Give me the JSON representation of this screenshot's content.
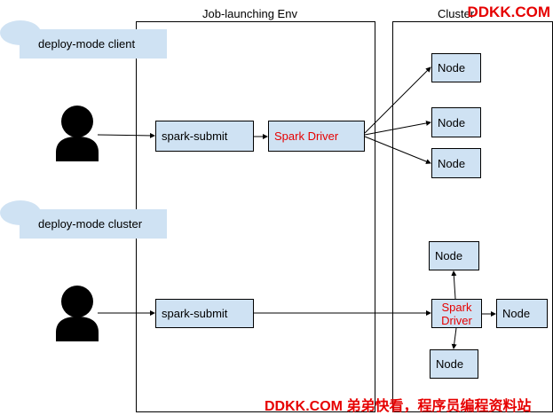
{
  "regions": {
    "job_env_title": "Job-launching Env",
    "cluster_title": "Cluster"
  },
  "client_mode": {
    "label": "deploy-mode client",
    "submit_label": "spark-submit",
    "driver_label": "Spark Driver",
    "node_labels": [
      "Node",
      "Node",
      "Node"
    ]
  },
  "cluster_mode": {
    "label": "deploy-mode cluster",
    "submit_label": "spark-submit",
    "driver_label": "Spark\nDriver",
    "node_labels": [
      "Node",
      "Node",
      "Node"
    ]
  },
  "icons": {
    "user": "user-icon",
    "tag_blob": "cloud-shape-icon"
  },
  "colors": {
    "box_fill": "#cfe2f3",
    "driver_text": "#e60000",
    "watermark": "#e60000"
  },
  "watermarks": {
    "top": "DDKK.COM",
    "bottom": "DDKK.COM 弟弟快看，程序员编程资料站"
  }
}
